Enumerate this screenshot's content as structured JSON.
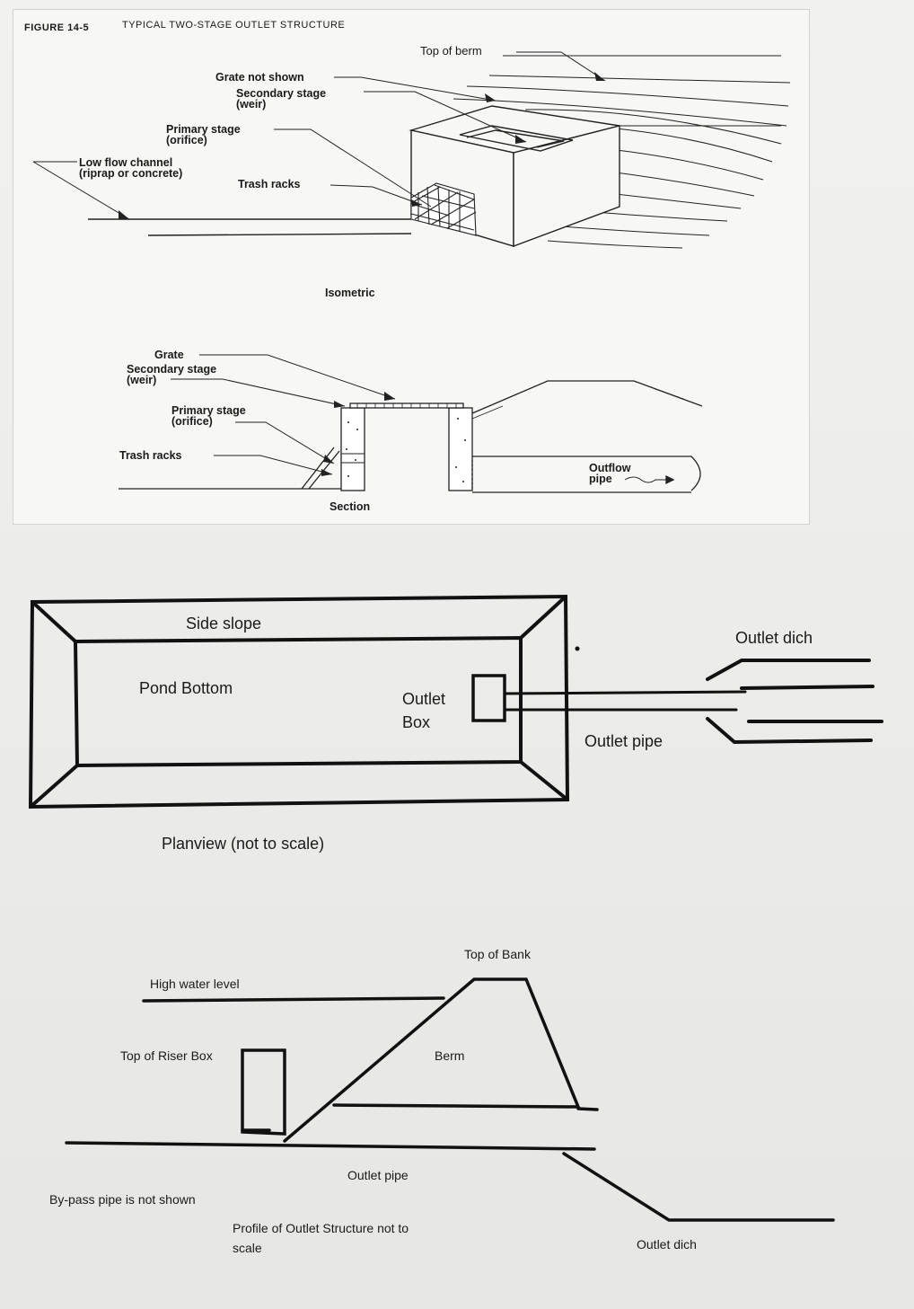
{
  "header": {
    "figure_number": "FIGURE 14-5",
    "figure_title": "TYPICAL TWO-STAGE OUTLET STRUCTURE"
  },
  "isometric": {
    "top_of_berm": "Top of berm",
    "grate_not_shown": "Grate not shown",
    "secondary_stage": "Secondary stage\n(weir)",
    "primary_stage": "Primary stage\n(orifice)",
    "low_flow_channel": "Low flow channel\n(riprap or concrete)",
    "trash_racks": "Trash racks",
    "caption": "Isometric"
  },
  "section": {
    "grate": "Grate",
    "secondary_stage": "Secondary stage\n(weir)",
    "primary_stage": "Primary stage\n(orifice)",
    "trash_racks": "Trash racks",
    "outflow_pipe": "Outflow\npipe",
    "caption": "Section"
  },
  "planview": {
    "side_slope": "Side slope",
    "pond_bottom": "Pond Bottom",
    "outlet_box": "Outlet\nBox",
    "outlet_pipe": "Outlet pipe",
    "outlet_ditch": "Outlet dich",
    "caption": "Planview (not to scale)"
  },
  "profile": {
    "top_of_bank": "Top of Bank",
    "high_water_level": "High water level",
    "top_of_riser_box": "Top of Riser Box",
    "berm": "Berm",
    "outlet_pipe": "Outlet pipe",
    "bypass_note": "By-pass pipe is not shown",
    "caption": "Profile of Outlet Structure not to\nscale",
    "outlet_ditch": "Outlet dich"
  }
}
